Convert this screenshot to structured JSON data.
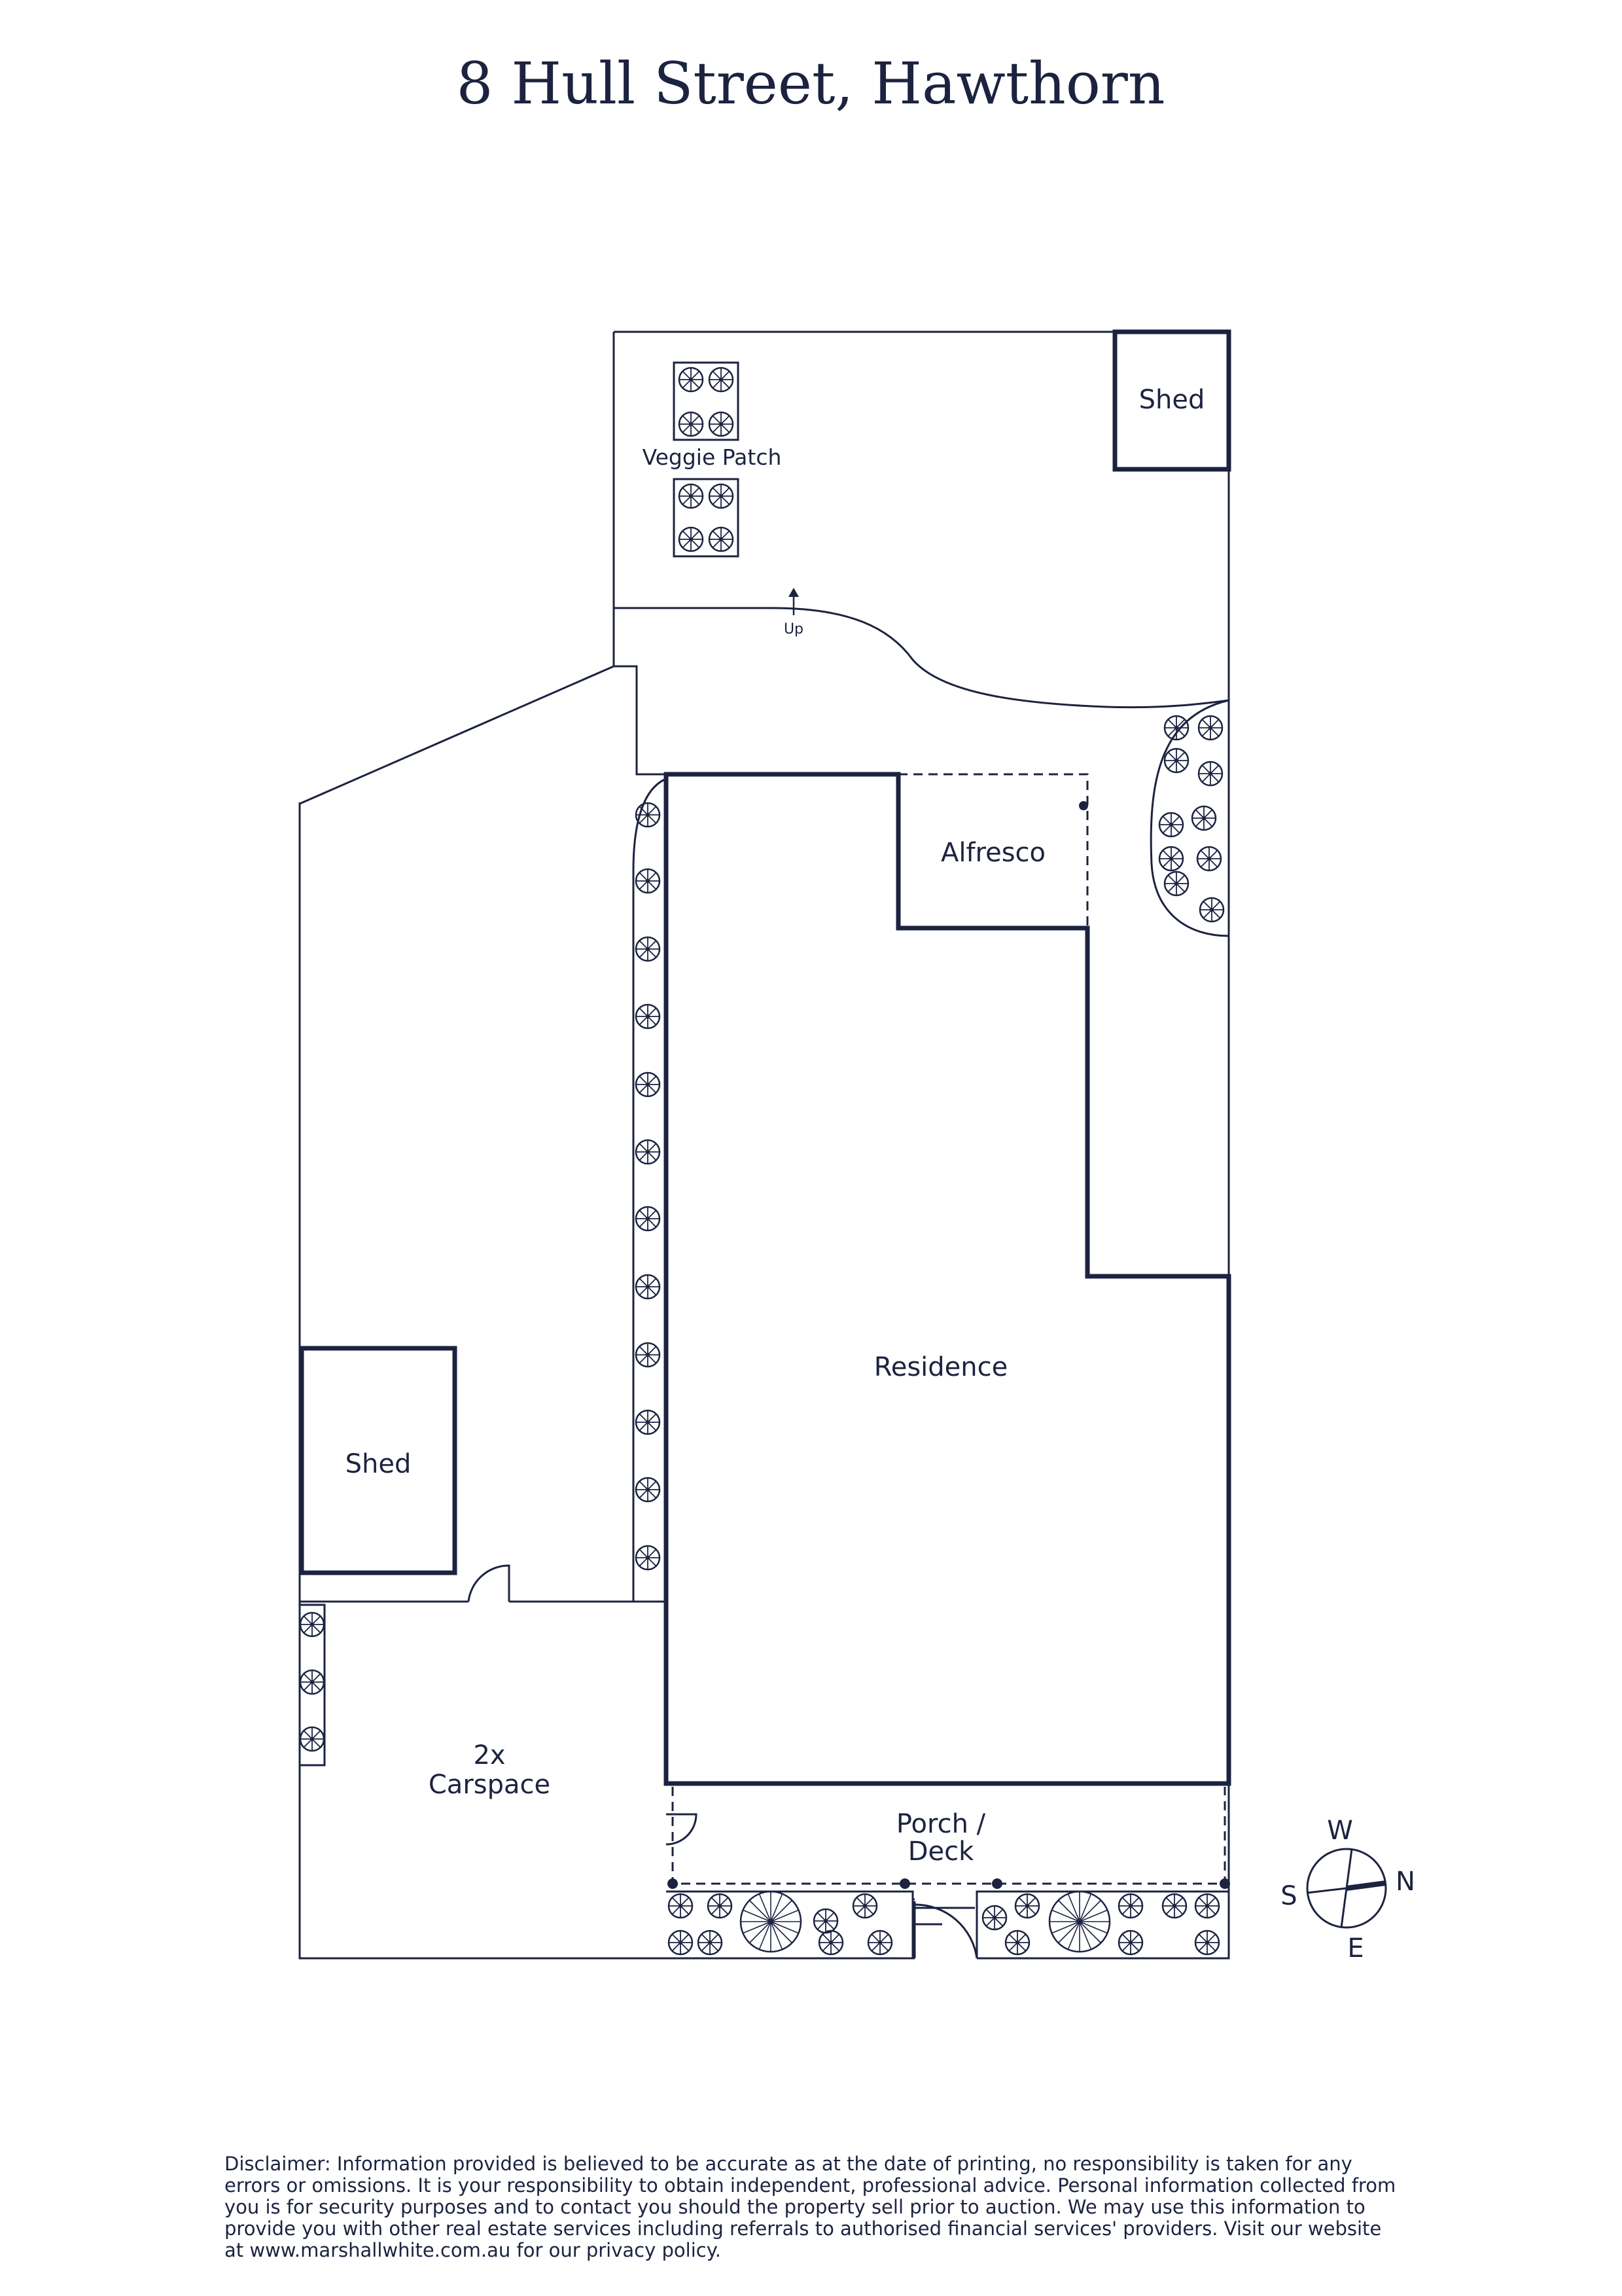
{
  "title": "8 Hull Street, Hawthorn",
  "rooms": {
    "shed_top": "Shed",
    "veggie_patch": "Veggie Patch",
    "up": "Up",
    "alfresco": "Alfresco",
    "residence": "Residence",
    "shed_left": "Shed",
    "carspace_line1": "2x",
    "carspace_line2": "Carspace",
    "porch_line1": "Porch /",
    "porch_line2": "Deck"
  },
  "compass": {
    "west": "W",
    "north": "N",
    "south": "S",
    "east": "E"
  },
  "disclaimer": "Disclaimer: Information provided is believed to be accurate as at the date of printing, no responsibility is taken for any errors or omissions. It is your responsibility to obtain independent, professional advice. Personal information collected from you is for security purposes and to contact you should the property sell prior to auction. We may use this information to provide you with other real estate services including referrals to authorised financial services' providers. Visit our website at www.marshallwhite.com.au for our privacy policy.",
  "colors": {
    "ink": "#1c2340",
    "background": "#ffffff"
  }
}
